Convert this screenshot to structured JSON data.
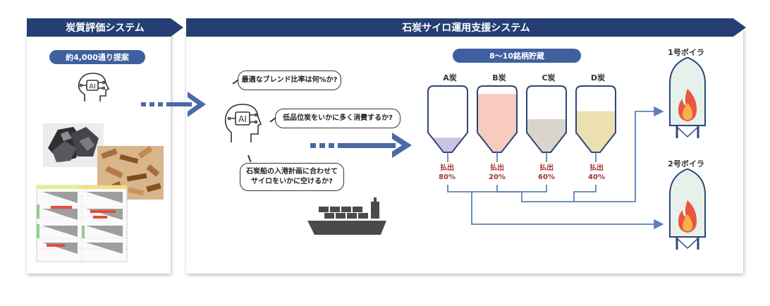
{
  "left_section": {
    "banner": "炭質評価システム",
    "pill": "約4,000通り提案",
    "ai_badge": "AI"
  },
  "right_section": {
    "banner": "石炭サイロ運用支援システム",
    "ai_badge": "AI",
    "questions": [
      "最適なブレンド比率は何%か?",
      "低品位炭をいかに多く消費するか?",
      "石炭船の入港計画に合わせて",
      "サイロをいかに空けるか?"
    ],
    "storage_pill": "8～10銘柄貯蔵",
    "silos": [
      {
        "name": "A炭",
        "out_label": "払出",
        "out_pct": "80%",
        "fill": 0.22,
        "color": "#cbc3e6"
      },
      {
        "name": "B炭",
        "out_label": "払出",
        "out_pct": "20%",
        "fill": 0.88,
        "color": "#f7cbbd"
      },
      {
        "name": "C炭",
        "out_label": "払出",
        "out_pct": "60%",
        "fill": 0.5,
        "color": "#d9d5cc"
      },
      {
        "name": "D炭",
        "out_label": "払出",
        "out_pct": "40%",
        "fill": 0.62,
        "color": "#ede0b0"
      }
    ],
    "boilers": [
      {
        "name": "1号ボイラ"
      },
      {
        "name": "2号ボイラ"
      }
    ]
  },
  "colors": {
    "navy": "#253f74",
    "arrow": "#4a6aa4",
    "pipe": "#5f7fb8",
    "silo_outline": "#2f4579",
    "boiler_fill": "#e6f1ec",
    "flame_outer": "#e8573f",
    "flame_inner": "#f7b04a"
  },
  "icons": [
    "ai-head-icon",
    "coal-photo",
    "wood-chips-photo",
    "spreadsheet-thumbnail",
    "cargo-ship-icon",
    "flame-icon"
  ]
}
